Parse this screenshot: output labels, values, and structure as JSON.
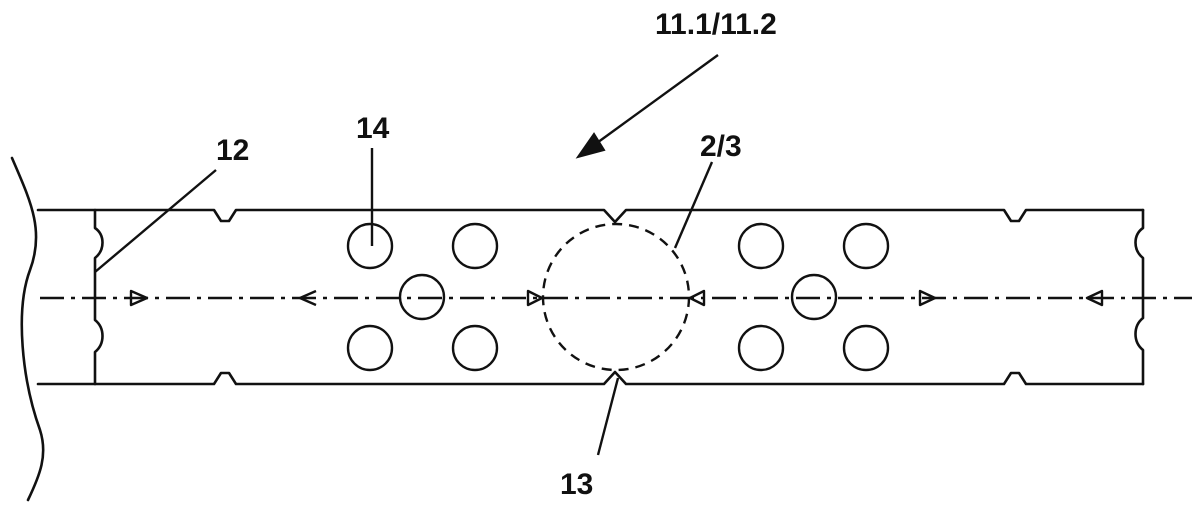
{
  "labels": {
    "assembly": "11.1/11.2",
    "edge": "12",
    "hole": "14",
    "circle": "2/3",
    "notch": "13"
  }
}
